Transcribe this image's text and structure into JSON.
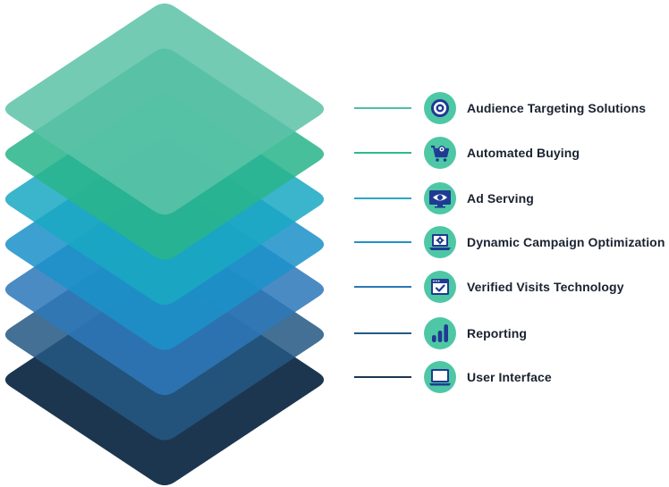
{
  "colors": {
    "badge": "#4ec7a5",
    "icon": "#1f3a93",
    "icon_light": "#ffffff"
  },
  "layers": [
    {
      "name": "Audience Targeting Solutions",
      "color": "#5cc2a8",
      "line_color": "#4cbfa6",
      "icon": "target-icon"
    },
    {
      "name": "Automated Buying",
      "color": "#2ab58a",
      "line_color": "#2fb88f",
      "icon": "shopping-cart-icon"
    },
    {
      "name": "Ad Serving",
      "color": "#1aa9c3",
      "line_color": "#2aa7c3",
      "icon": "eye-icon"
    },
    {
      "name": "Dynamic Campaign Optimization",
      "color": "#1c91c9",
      "line_color": "#2591c5",
      "icon": "laptop-gear-icon"
    },
    {
      "name": "Verified Visits Technology",
      "color": "#2d78b9",
      "line_color": "#2c77b5",
      "icon": "browser-check-icon"
    },
    {
      "name": "Reporting",
      "color": "#245882",
      "line_color": "#245a82",
      "icon": "bar-chart-icon"
    },
    {
      "name": "User Interface",
      "color": "#1d3650",
      "line_color": "#1d3650",
      "icon": "monitor-icon"
    }
  ]
}
